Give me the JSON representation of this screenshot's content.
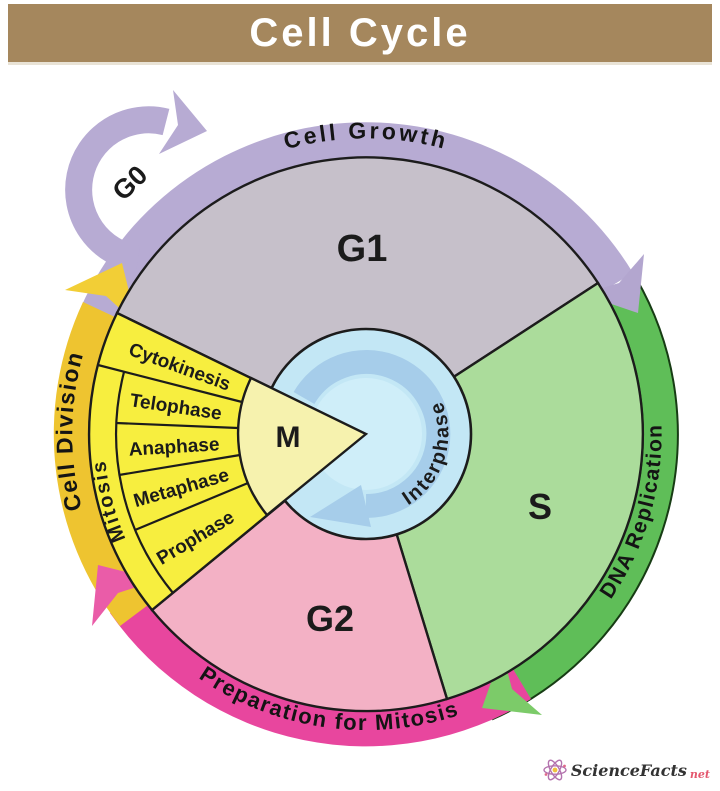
{
  "header": {
    "title": "Cell Cycle"
  },
  "cycle": {
    "g0_label": "G0",
    "center_label": "Interphase",
    "mitosis_label": "Mitosis",
    "sectors": [
      {
        "id": "g1",
        "label": "G1",
        "band_label": "Cell Growth"
      },
      {
        "id": "s",
        "label": "S",
        "band_label": "DNA Replication"
      },
      {
        "id": "g2",
        "label": "G2",
        "band_label": "Preparation for Mitosis"
      },
      {
        "id": "m",
        "label": "M",
        "band_label": "Cell Division"
      }
    ],
    "mitosis_stages": [
      {
        "label": "Prophase"
      },
      {
        "label": "Metaphase"
      },
      {
        "label": "Anaphase"
      },
      {
        "label": "Telophase"
      },
      {
        "label": "Cytokinesis"
      }
    ]
  },
  "footer": {
    "brand": "ScienceFacts",
    "brand_suffix": "net"
  },
  "colors": {
    "title_bar": "#a5875d",
    "title_text": "#ffffff",
    "g1_fill": "#c6c0ca",
    "s_fill": "#abdc9b",
    "g2_fill": "#f3b1c5",
    "m_wedge_fill": "#f7ee3f",
    "m_center_fill": "#f6f2ae",
    "growth_band": "#b7abd3",
    "growth_arrow": "#b3a6cf",
    "replication_band": "#5fbe58",
    "replication_arrow": "#7ccb69",
    "preparation_band": "#e8469e",
    "preparation_arrow": "#ea5ca8",
    "division_band": "#eec430",
    "division_arrow": "#f2ce36",
    "interphase_fill": "#c3e7f5",
    "interphase_inner": "#cfeef9",
    "interphase_arrow": "#a6cdea",
    "outline": "#1c1c1c",
    "brand_text": "#333333",
    "brand_accent": "#e4586f"
  }
}
